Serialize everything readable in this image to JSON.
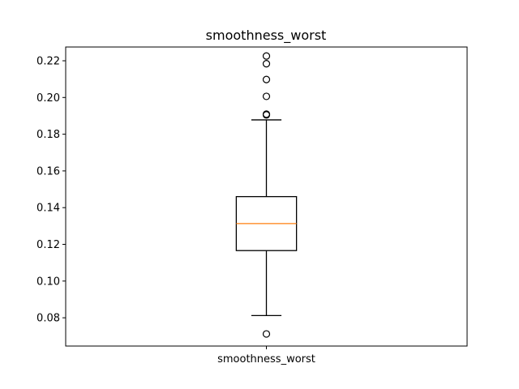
{
  "chart_data": {
    "type": "box",
    "title": "smoothness_worst",
    "xlabel": "",
    "ylabel": "",
    "categories": [
      "smoothness_worst"
    ],
    "ylim": [
      0.0646,
      0.2275
    ],
    "yticks": [
      0.08,
      0.1,
      0.12,
      0.14,
      0.16,
      0.18,
      0.2,
      0.22
    ],
    "ytick_labels": [
      "0.08",
      "0.10",
      "0.12",
      "0.14",
      "0.16",
      "0.18",
      "0.20",
      "0.22"
    ],
    "grid": false,
    "boxes": [
      {
        "name": "smoothness_worst",
        "whisker_low": 0.0812,
        "q1": 0.1166,
        "median": 0.1313,
        "q3": 0.146,
        "whisker_high": 0.1878,
        "outliers": [
          0.0712,
          0.1905,
          0.1909,
          0.2006,
          0.2098,
          0.2184,
          0.2226
        ]
      }
    ],
    "colors": {
      "box": "#000000",
      "median": "#ff7f0e",
      "outlier": "#000000"
    }
  }
}
